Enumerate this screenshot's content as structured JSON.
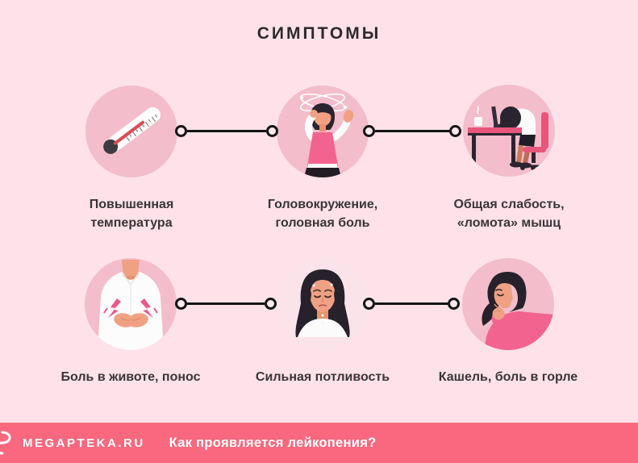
{
  "title": "СИМПТОМЫ",
  "symptoms": [
    {
      "label": "Повышенная температура",
      "icon": "thermometer-icon"
    },
    {
      "label": "Головокружение, головная боль",
      "icon": "dizzy-woman-icon"
    },
    {
      "label": "Общая слабость, «ломота» мышц",
      "icon": "woman-tired-at-desk-icon"
    },
    {
      "label": "Боль в животе, понос",
      "icon": "stomach-pain-icon"
    },
    {
      "label": "Сильная потливость",
      "icon": "sweating-woman-icon"
    },
    {
      "label": "Кашель, боль в горле",
      "icon": "coughing-woman-icon"
    }
  ],
  "footer": {
    "brand": "MEGAPTEKA.RU",
    "question": "Как проявляется лейкопения?"
  },
  "colors": {
    "background": "#FFE2E9",
    "circle": "#F3BDCC",
    "circle_light": "#FAE4EA",
    "footer_bar": "#F9687E",
    "connector": "#151515",
    "title_text": "#2D292D",
    "label_text": "#3A3539",
    "footer_text": "#FFFFFF",
    "illustration_pink": "#F2638F"
  }
}
